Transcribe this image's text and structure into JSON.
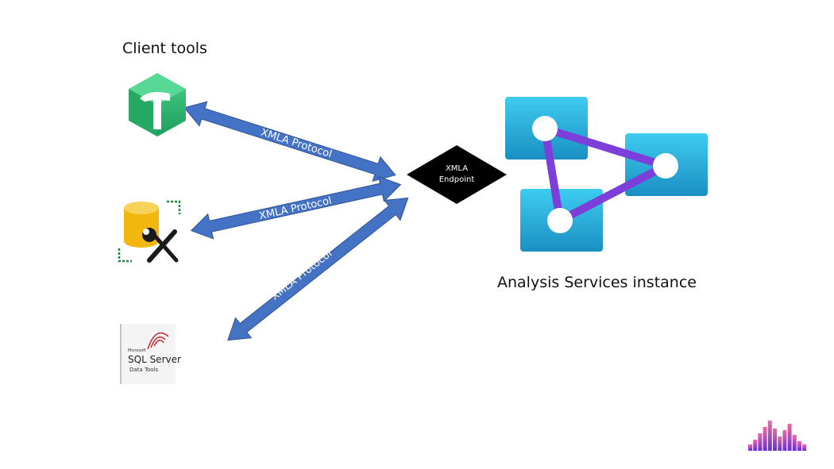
{
  "headings": {
    "client_tools": "Client tools",
    "analysis_services": "Analysis Services instance"
  },
  "endpoint": {
    "line1": "XMLA",
    "line2": "Endpoint"
  },
  "arrows": [
    {
      "label": "XMLA Protocol"
    },
    {
      "label": "XMLA Protocol"
    },
    {
      "label": "XMLA Protocol"
    }
  ],
  "tools": [
    {
      "icon": "tabular-editor-icon"
    },
    {
      "icon": "dax-studio-icon"
    },
    {
      "icon": "sql-server-data-tools-icon",
      "brand_small": "Microsoft",
      "brand": "SQL Server",
      "product": "Data Tools"
    }
  ],
  "colors": {
    "arrow_fill": "#4472C4",
    "arrow_stroke": "#2F5597",
    "endpoint_fill": "#000000",
    "tile_top": "#3ECCF0",
    "tile_bottom": "#1A8FC2",
    "connector": "#7D3FD9",
    "tabular_green": "#2EB872",
    "cylinder_yellow": "#F2B70F"
  }
}
